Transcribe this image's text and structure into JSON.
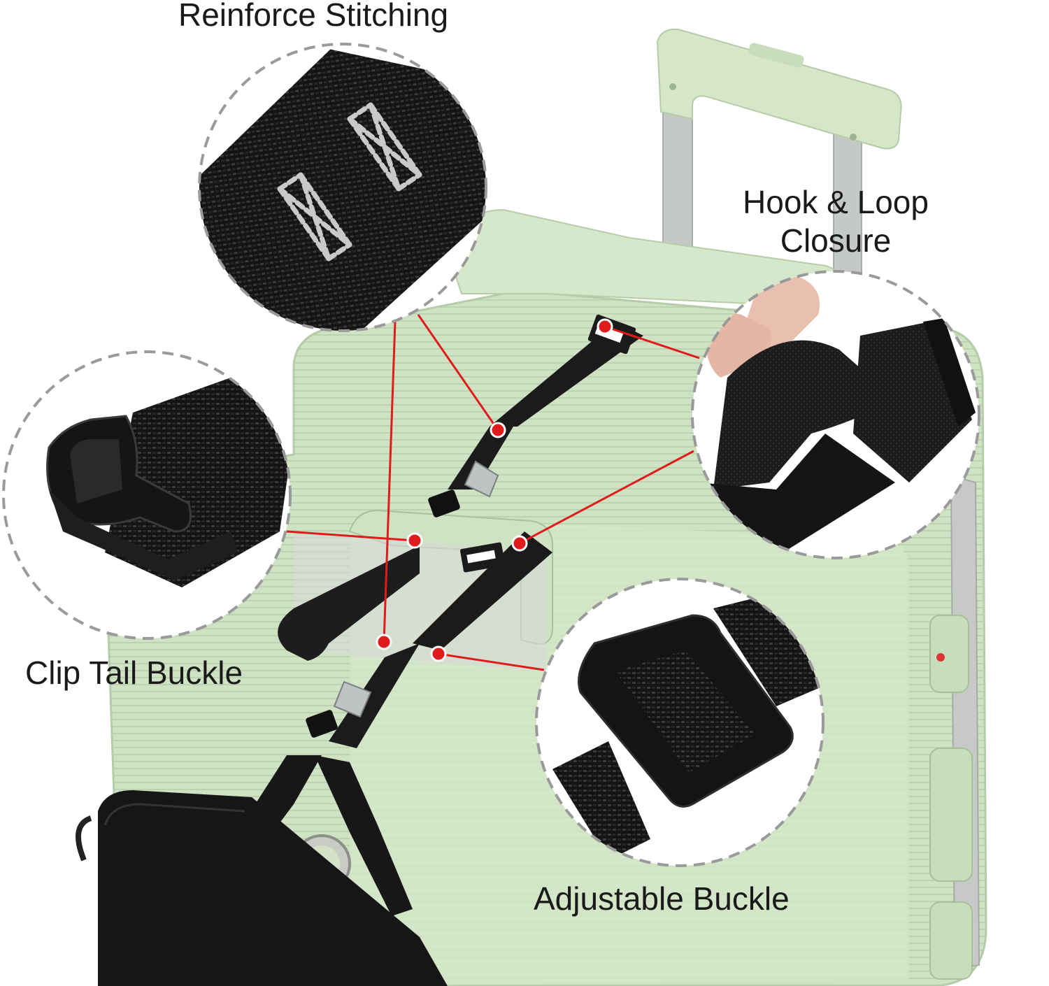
{
  "labels": {
    "reinforce_stitching": "Reinforce Stitching",
    "hook_loop_line1": "Hook & Loop",
    "hook_loop_line2": "Closure",
    "clip_tail_buckle": "Clip Tail Buckle",
    "adjustable_buckle": "Adjustable Buckle"
  },
  "colors": {
    "suitcase": "#cfe3c4",
    "suitcase_shade": "#b9d1ac",
    "strap": "#1c1c1c",
    "callout_line": "#e01b1b",
    "dashed_circle": "#9a9a9a",
    "aluminum": "#c9ccc9"
  }
}
